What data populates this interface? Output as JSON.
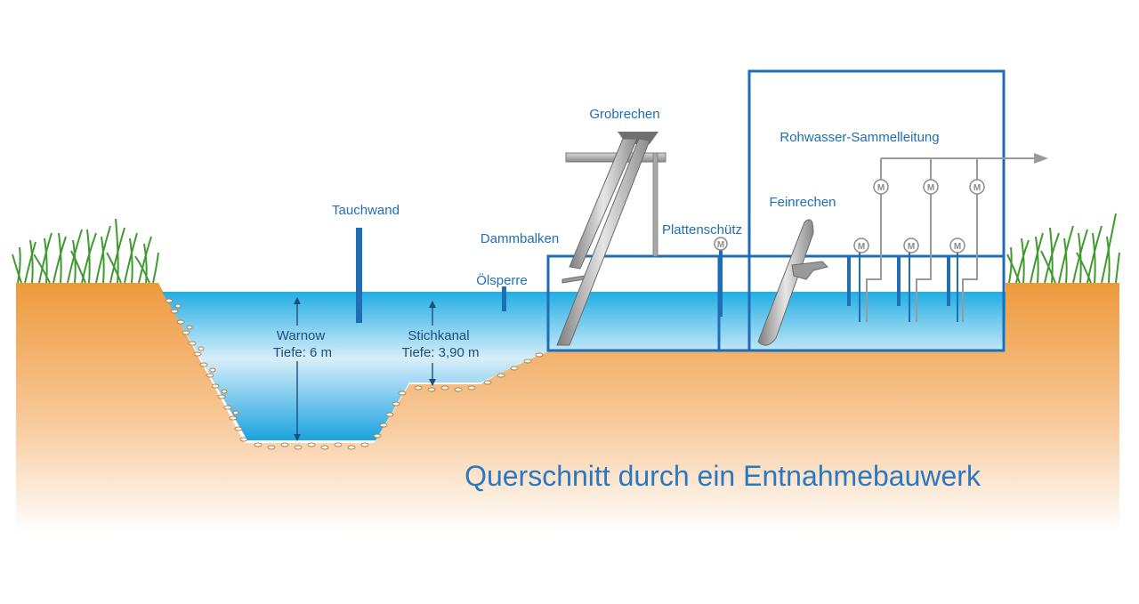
{
  "title": "Querschnitt durch ein Entnahmebauwerk",
  "labels": {
    "tauchwand": "Tauchwand",
    "dammbalken": "Dammbalken",
    "oelsperre": "Ölsperre",
    "grobrechen": "Grobrechen",
    "plattenschuetz": "Plattenschütz",
    "feinrechen": "Feinrechen",
    "rohwasser": "Rohwasser-Sammelleitung"
  },
  "depths": {
    "warnow_name": "Warnow",
    "warnow_depth": "Tiefe: 6 m",
    "stich_name": "Stichkanal",
    "stich_depth": "Tiefe: 3,90 m"
  },
  "motor_symbol": "M",
  "colors": {
    "structure_blue": "#1f6db5",
    "water_top": "#27b2e6",
    "soil": "#ee9a3c",
    "equipment_gray": "#9a9a9a",
    "grass": "#3f9a2f"
  }
}
